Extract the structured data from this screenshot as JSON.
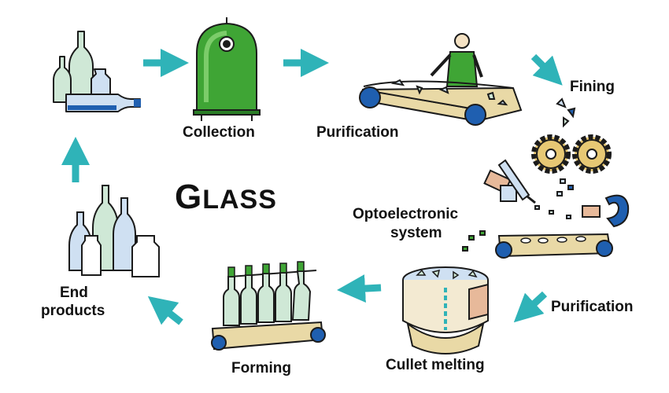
{
  "diagram": {
    "title_first_letter": "G",
    "title_rest": "LASS",
    "stages": {
      "collection": "Collection",
      "purification_top": "Purification",
      "fining": "Fining",
      "optoelectronic_line1": "Optoelectronic",
      "optoelectronic_line2": "system",
      "purification_right": "Purification",
      "cullet_melting": "Cullet melting",
      "forming": "Forming",
      "end_products_line1": "End",
      "end_products_line2": "products"
    }
  },
  "colors": {
    "arrow": "#2fb3b8",
    "bin_green": "#3fa535",
    "belt_tan": "#e9d9a6",
    "roller_blue": "#1f5fb0",
    "glass_green": "#cfe8d6",
    "glass_blue": "#cfe0f2",
    "gear_yellow": "#e7c874"
  }
}
